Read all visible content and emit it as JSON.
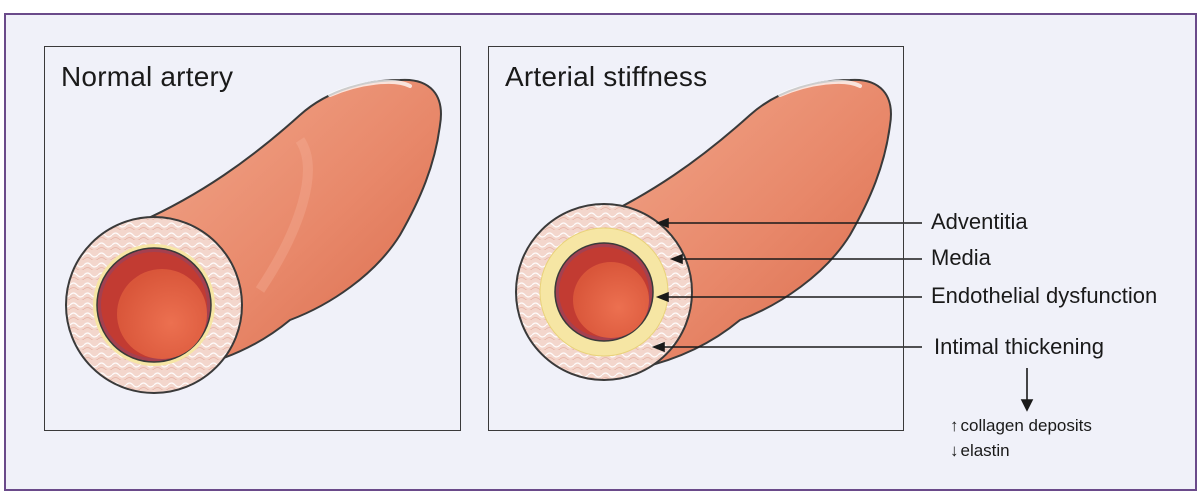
{
  "panels": {
    "left_title": "Normal artery",
    "right_title": "Arterial stiffness"
  },
  "labels": {
    "adventitia": "Adventitia",
    "media": "Media",
    "endothelial": "Endothelial dysfunction",
    "intimal": "Intimal thickening"
  },
  "notes": {
    "collagen": "collagen deposits",
    "elastin": "elastin"
  },
  "colors": {
    "frame": "#6a4a8a",
    "background": "#f0f1f9",
    "vessel": "#e8896b",
    "lumen": "#d8553a",
    "wall": "#f3d2c6",
    "intima_thickened": "#f6e6a4"
  }
}
